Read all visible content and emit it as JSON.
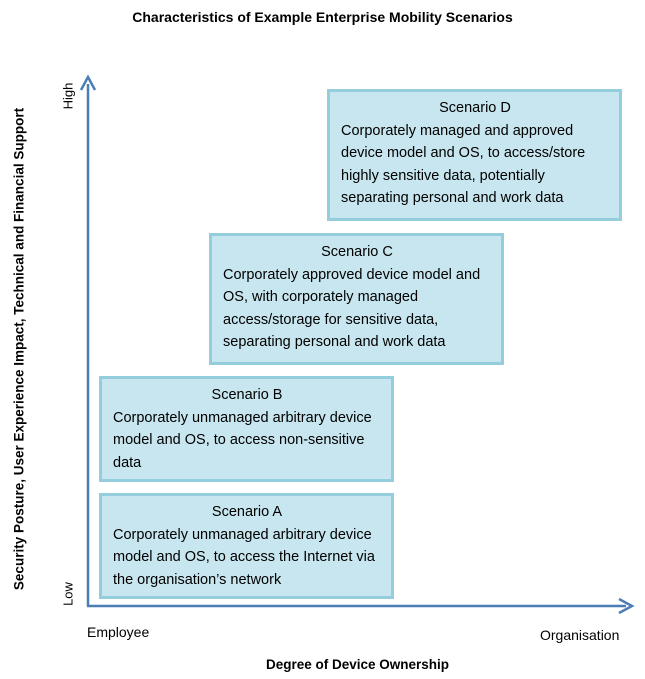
{
  "title": "Characteristics of Example Enterprise Mobility Scenarios",
  "y_axis": {
    "label": "Security Posture, User Experience Impact, Technical and Financial Support",
    "high": "High",
    "low": "Low"
  },
  "x_axis": {
    "label": "Degree of Device Ownership",
    "start": "Employee",
    "end": "Organisation"
  },
  "colors": {
    "axis": "#4a7eb5",
    "box_fill": "#c8e6ef",
    "box_border": "#94cddb"
  },
  "scenarios": {
    "a": {
      "title": "Scenario A",
      "description": "Corporately unmanaged arbitrary device model and OS, to access the Internet via the organisation’s network"
    },
    "b": {
      "title": "Scenario B",
      "description": "Corporately unmanaged arbitrary device model and OS, to access non-sensitive data"
    },
    "c": {
      "title": "Scenario C",
      "description": "Corporately approved device model and OS, with corporately managed access/storage for sensitive data, separating personal and work data"
    },
    "d": {
      "title": "Scenario D",
      "description": "Corporately managed and approved device model and OS, to access/store highly sensitive data, potentially separating personal and work data"
    }
  }
}
